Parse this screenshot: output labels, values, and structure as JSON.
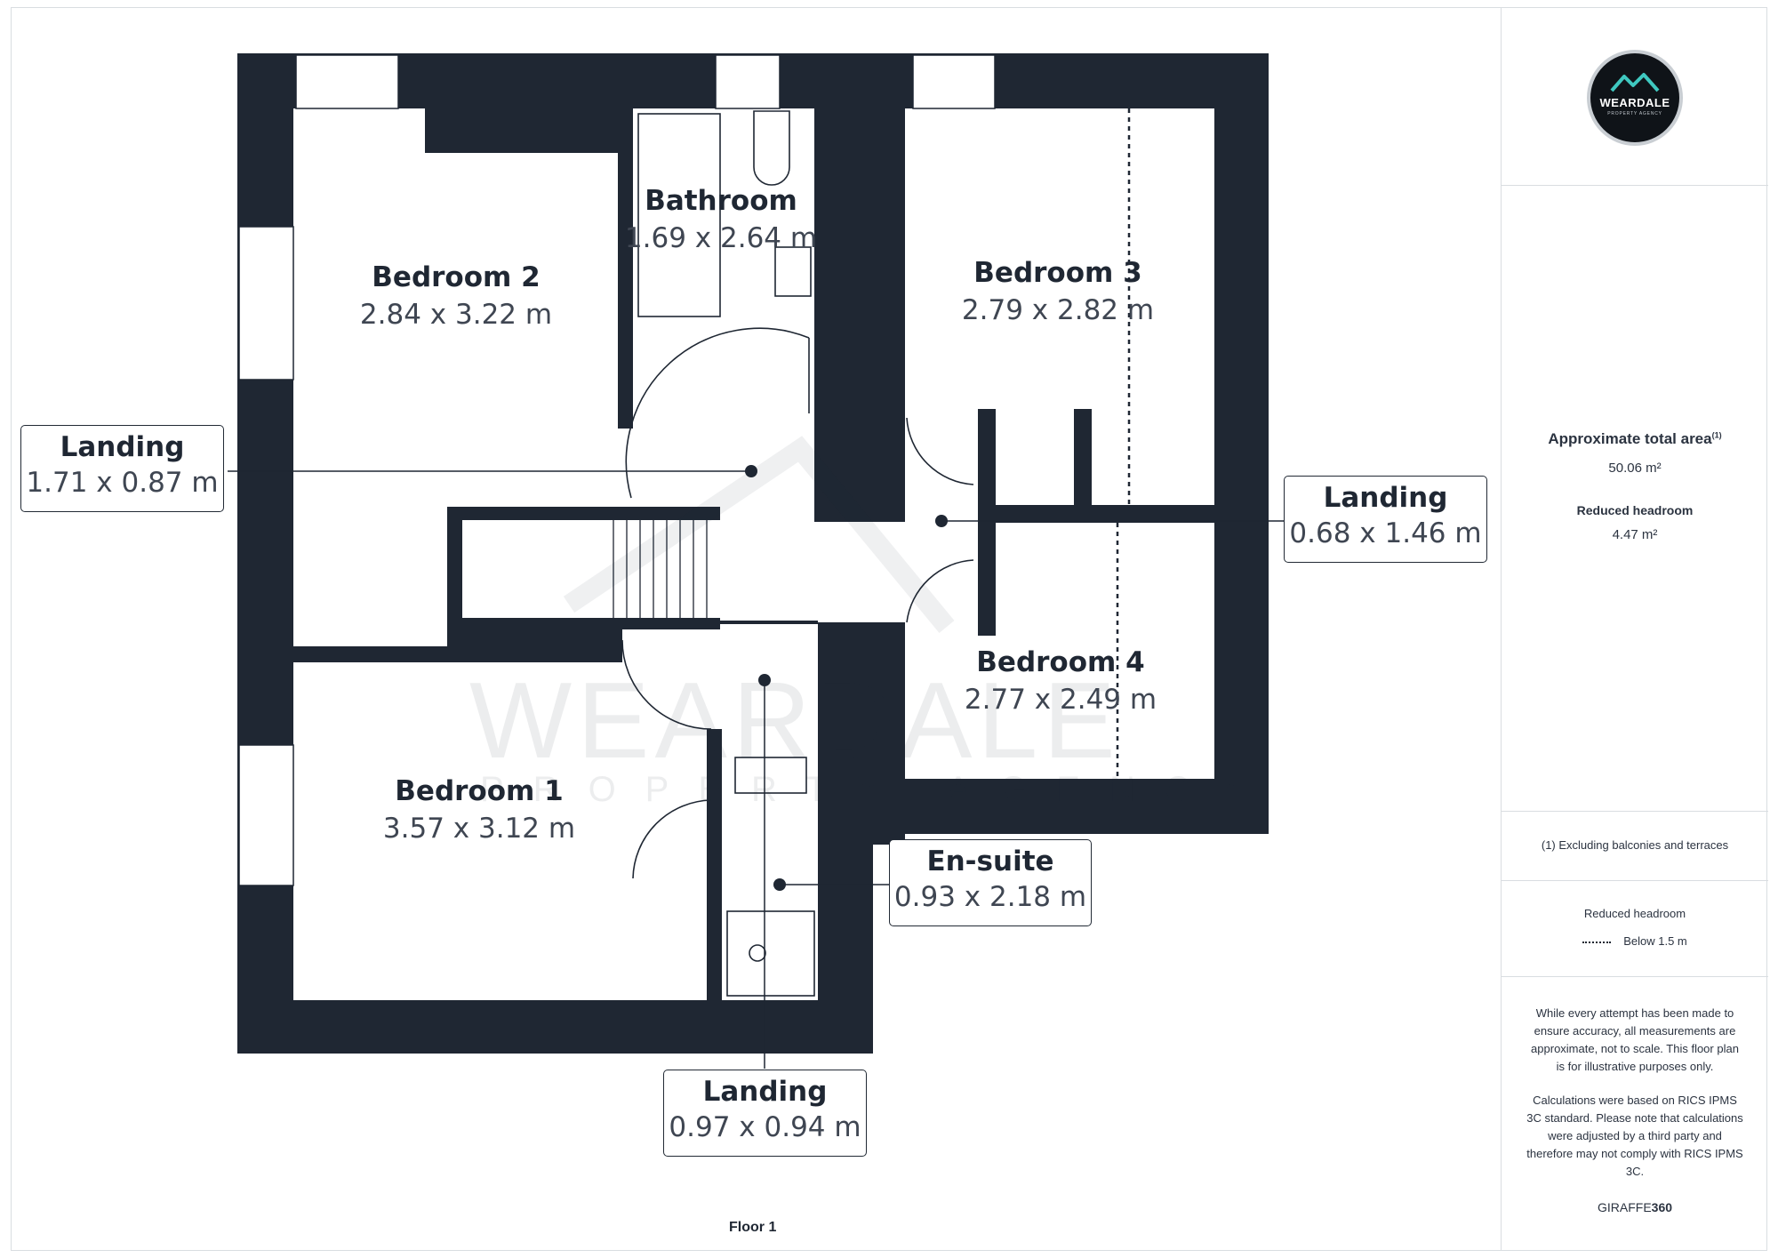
{
  "brand": {
    "logo_text": "WEARDALE",
    "logo_subtext": "PROPERTY AGENCY",
    "watermark_text": "WEARDALE",
    "watermark_subtext": "PROPERTY AGENCY",
    "accent_color": "#3fc8c0",
    "wall_color": "#1f2733"
  },
  "rooms": {
    "bedroom2": {
      "name": "Bedroom 2",
      "dims": "2.84 x 3.22 m"
    },
    "bathroom": {
      "name": "Bathroom",
      "dims": "1.69 x 2.64 m"
    },
    "bedroom3": {
      "name": "Bedroom 3",
      "dims": "2.79 x 2.82 m"
    },
    "bedroom4": {
      "name": "Bedroom 4",
      "dims": "2.77 x 2.49 m"
    },
    "bedroom1": {
      "name": "Bedroom 1",
      "dims": "3.57 x 3.12 m"
    }
  },
  "callouts": {
    "landing_left": {
      "name": "Landing",
      "dims": "1.71 x 0.87 m"
    },
    "landing_right": {
      "name": "Landing",
      "dims": "0.68 x 1.46 m"
    },
    "ensuite": {
      "name": "En-suite",
      "dims": "0.93 x 2.18 m"
    },
    "landing_bottom": {
      "name": "Landing",
      "dims": "0.97 x 0.94 m"
    }
  },
  "floor_label": "Floor 1",
  "panel": {
    "total_area_label": "Approximate total area",
    "total_area_note_marker": "(1)",
    "total_area_value": "50.06 m²",
    "reduced_headroom_label": "Reduced headroom",
    "reduced_headroom_value": "4.47 m²",
    "footnote": "(1) Excluding balconies and terraces",
    "legend_title": "Reduced headroom",
    "legend_item": "Below 1.5 m",
    "disclaimer_1": "While every attempt has been made to ensure accuracy, all measurements are approximate, not to scale. This floor plan is for illustrative purposes only.",
    "disclaimer_2": "Calculations were based on RICS IPMS 3C standard. Please note that calculations were adjusted by a third party and therefore may not comply with RICS IPMS 3C.",
    "provider_light": "GIRAFFE",
    "provider_bold": "360"
  }
}
